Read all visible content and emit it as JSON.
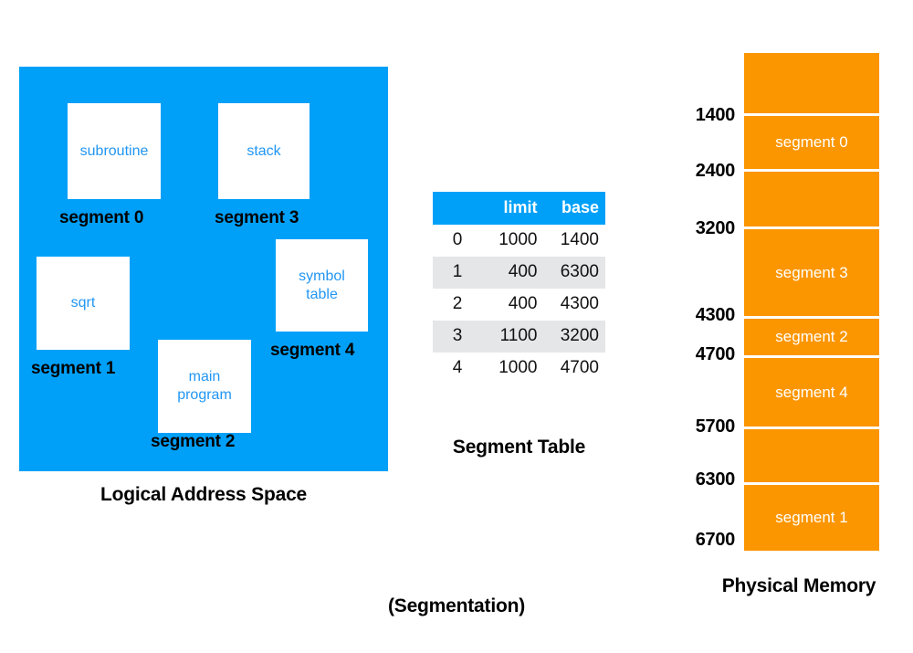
{
  "figure": {
    "caption": "(Segmentation)"
  },
  "logical_address_space": {
    "label": "Logical Address Space",
    "panel_color": "#00a0f8",
    "box_text_color": "#2196f3",
    "boxes": [
      {
        "name": "subroutine",
        "lines": [
          "subroutine"
        ],
        "segment_caption": "segment 0"
      },
      {
        "name": "stack",
        "lines": [
          "stack"
        ],
        "segment_caption": "segment 3"
      },
      {
        "name": "sqrt",
        "lines": [
          "sqrt"
        ],
        "segment_caption": "segment 1"
      },
      {
        "name": "symbol-table",
        "lines": [
          "symbol",
          "table"
        ],
        "segment_caption": "segment 4"
      },
      {
        "name": "main-program",
        "lines": [
          "main",
          "program"
        ],
        "segment_caption": "segment 2"
      }
    ]
  },
  "segment_table": {
    "label": "Segment Table",
    "header_color": "#00a0f8",
    "shaded_row_color": "#e4e6e8",
    "columns": [
      "",
      "limit",
      "base"
    ],
    "rows": [
      {
        "index": "0",
        "limit": "1000",
        "base": "1400"
      },
      {
        "index": "1",
        "limit": "400",
        "base": "6300"
      },
      {
        "index": "2",
        "limit": "400",
        "base": "4300"
      },
      {
        "index": "3",
        "limit": "1100",
        "base": "3200"
      },
      {
        "index": "4",
        "limit": "1000",
        "base": "4700"
      }
    ]
  },
  "physical_memory": {
    "label": "Physical Memory",
    "block_color": "#fb9600",
    "address_labels": [
      "1400",
      "2400",
      "3200",
      "4300",
      "4700",
      "5700",
      "6300",
      "6700"
    ],
    "blocks": [
      {
        "name": "free-top",
        "label": "",
        "start": "",
        "end": "1400"
      },
      {
        "name": "segment-0",
        "label": "segment 0",
        "start": "1400",
        "end": "2400"
      },
      {
        "name": "free-1",
        "label": "",
        "start": "2400",
        "end": "3200"
      },
      {
        "name": "segment-3",
        "label": "segment 3",
        "start": "3200",
        "end": "4300"
      },
      {
        "name": "segment-2",
        "label": "segment 2",
        "start": "4300",
        "end": "4700"
      },
      {
        "name": "segment-4",
        "label": "segment 4",
        "start": "4700",
        "end": "5700"
      },
      {
        "name": "free-2",
        "label": "",
        "start": "5700",
        "end": "6300"
      },
      {
        "name": "segment-1",
        "label": "segment 1",
        "start": "6300",
        "end": "6700"
      }
    ]
  },
  "chart_data": {
    "type": "diagram",
    "title": "(Segmentation)",
    "panels": [
      "Logical Address Space",
      "Segment Table",
      "Physical Memory"
    ],
    "segment_table_rows": [
      {
        "segment": 0,
        "limit": 1000,
        "base": 1400
      },
      {
        "segment": 1,
        "limit": 400,
        "base": 6300
      },
      {
        "segment": 2,
        "limit": 400,
        "base": 4300
      },
      {
        "segment": 3,
        "limit": 1100,
        "base": 3200
      },
      {
        "segment": 4,
        "limit": 1000,
        "base": 4700
      }
    ],
    "physical_memory_map": [
      {
        "segment": 0,
        "start": 1400,
        "end": 2400
      },
      {
        "segment": 3,
        "start": 3200,
        "end": 4300
      },
      {
        "segment": 2,
        "start": 4300,
        "end": 4700
      },
      {
        "segment": 4,
        "start": 4700,
        "end": 5700
      },
      {
        "segment": 1,
        "start": 6300,
        "end": 6700
      }
    ],
    "segment_names": {
      "0": "subroutine",
      "1": "sqrt",
      "2": "main program",
      "3": "stack",
      "4": "symbol table"
    }
  }
}
